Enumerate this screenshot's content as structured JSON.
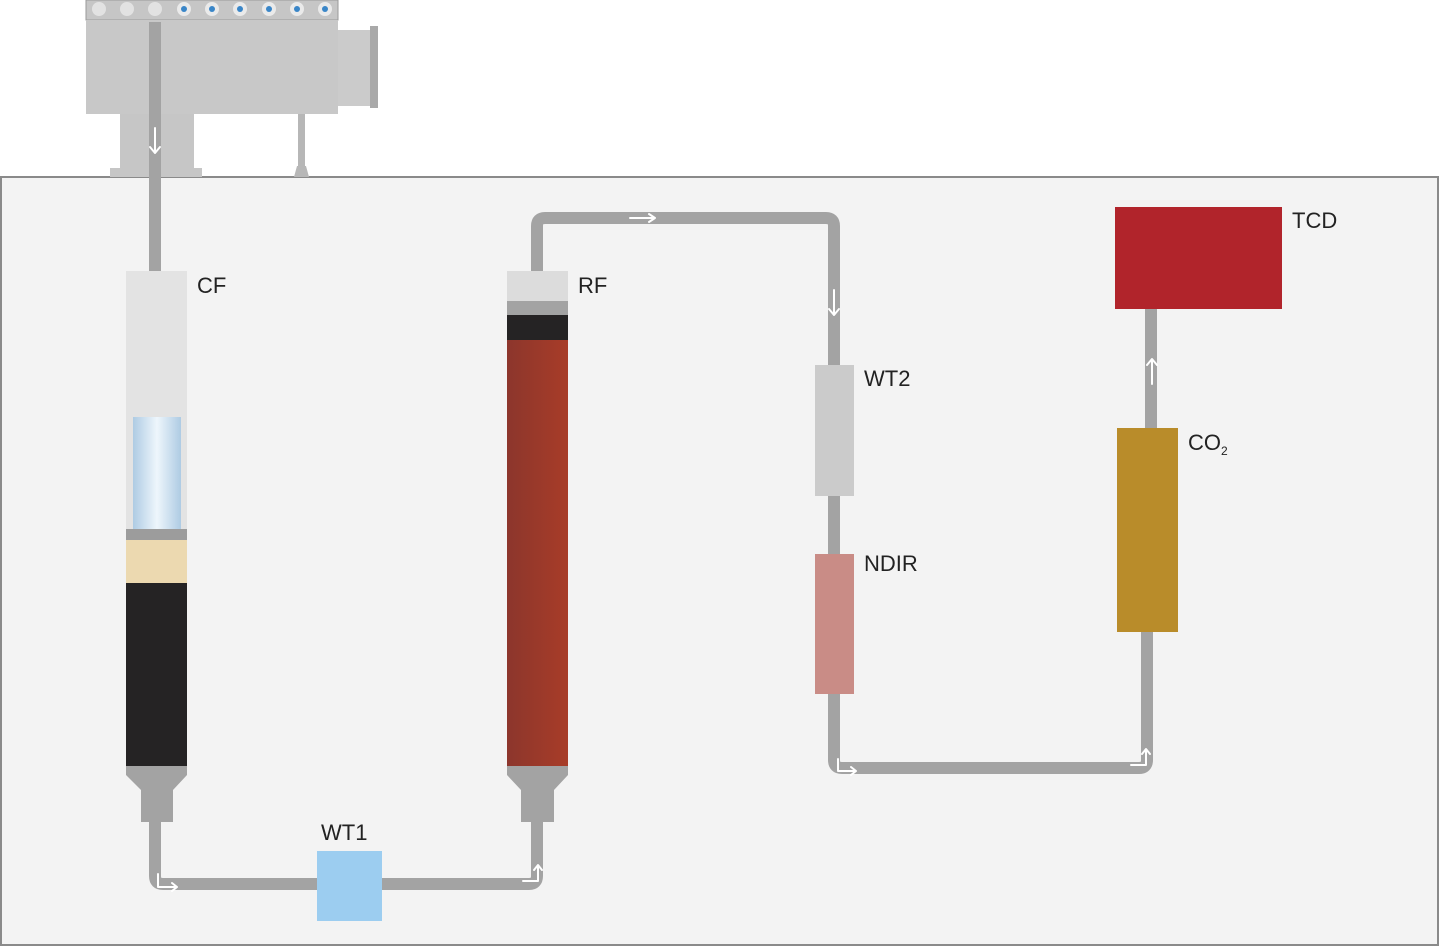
{
  "labels": {
    "cf": "CF",
    "rf": "RF",
    "wt1": "WT1",
    "wt2": "WT2",
    "ndir": "NDIR",
    "co2_main": "CO",
    "co2_sub": "2",
    "tcd": "TCD"
  },
  "colors": {
    "background": "#f3f3f3",
    "frame": "#8a8a8a",
    "pipe": "#a3a3a3",
    "machine": "#c8c8c8",
    "cf_top": "#e3e3e3",
    "cf_glass": "#cfe3f3",
    "cf_sand": "#ecd9b0",
    "cf_black": "#252324",
    "rf_cap": "#dcdcdc",
    "rf_body": "#a63a2b",
    "wt1": "#9ccdf0",
    "wt2": "#cbcbcb",
    "ndir": "#c98c86",
    "co2": "#b98c2a",
    "tcd": "#b1242b",
    "port_dot": "#3a86c8"
  }
}
